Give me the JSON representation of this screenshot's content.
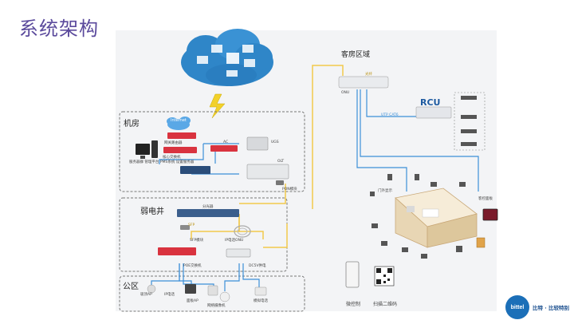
{
  "slide": {
    "title": "系统架构"
  },
  "zones": {
    "server_room": "机房",
    "weak_well": "弱电井",
    "public_area": "公区",
    "guest_area": "客房区域"
  },
  "rcu_label": "RCU",
  "devices": {
    "internet": "Internet",
    "mgmt_server": "服务器群 管理平台 PMS系统 设置服务器",
    "core_switch": "核心交换机",
    "router": "网关路由器",
    "ac": "AC",
    "ugs": "UGS",
    "olt": "OLT",
    "pon_module": "PON模块",
    "splitter": "分光器",
    "sfp": "SFP模块",
    "onu_router": "IP电话ONU",
    "poe_switch": "POE交换机",
    "dc_supply": "DC5V供电",
    "onu": "ONU",
    "door_display": "门外显示",
    "guest_device": "客控面板",
    "phone_app": "微控制",
    "qr": "扫描二维码",
    "public_ap": "吸顶AP",
    "ip_phone": "IP电话",
    "panel_ap": "面板AP",
    "ipcam": "网络摄像机",
    "analog_phone": "模拟电话"
  },
  "links": {
    "sfp_link": "SFP",
    "utp": "UTP CAT6",
    "fiber": "光纤"
  },
  "brand": {
    "logo": "bittel",
    "slogan": "比特 · 比较特别"
  },
  "colors": {
    "title": "#5b4a9c",
    "fiber": "#f2c94c",
    "ethernet": "#3c8fd8",
    "cloud": "#2f86c8",
    "brand": "#1b6fb8"
  }
}
